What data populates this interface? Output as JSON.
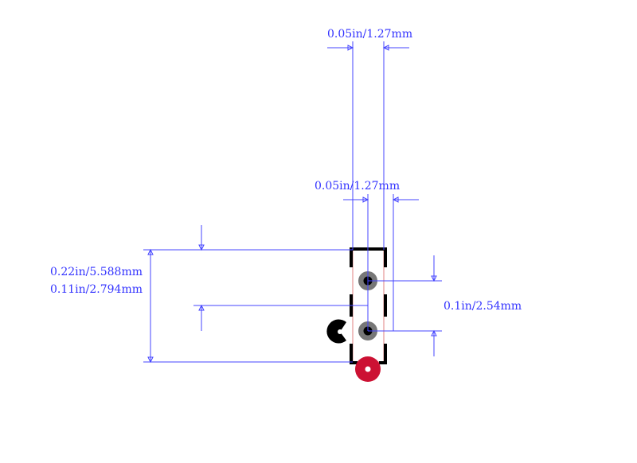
{
  "dimensions": {
    "pad_width_top": "0.05in/1.27mm",
    "pad_width_mid": "0.05in/1.27mm",
    "pitch": "0.1in/2.54mm",
    "height_total": "0.22in/5.588mm",
    "height_half": "0.11in/2.794mm"
  },
  "colors": {
    "dimension": "#4444ff",
    "silkscreen": "#000000",
    "pad": "#777777",
    "marker": "#cc1133",
    "outline": "#e08080"
  }
}
